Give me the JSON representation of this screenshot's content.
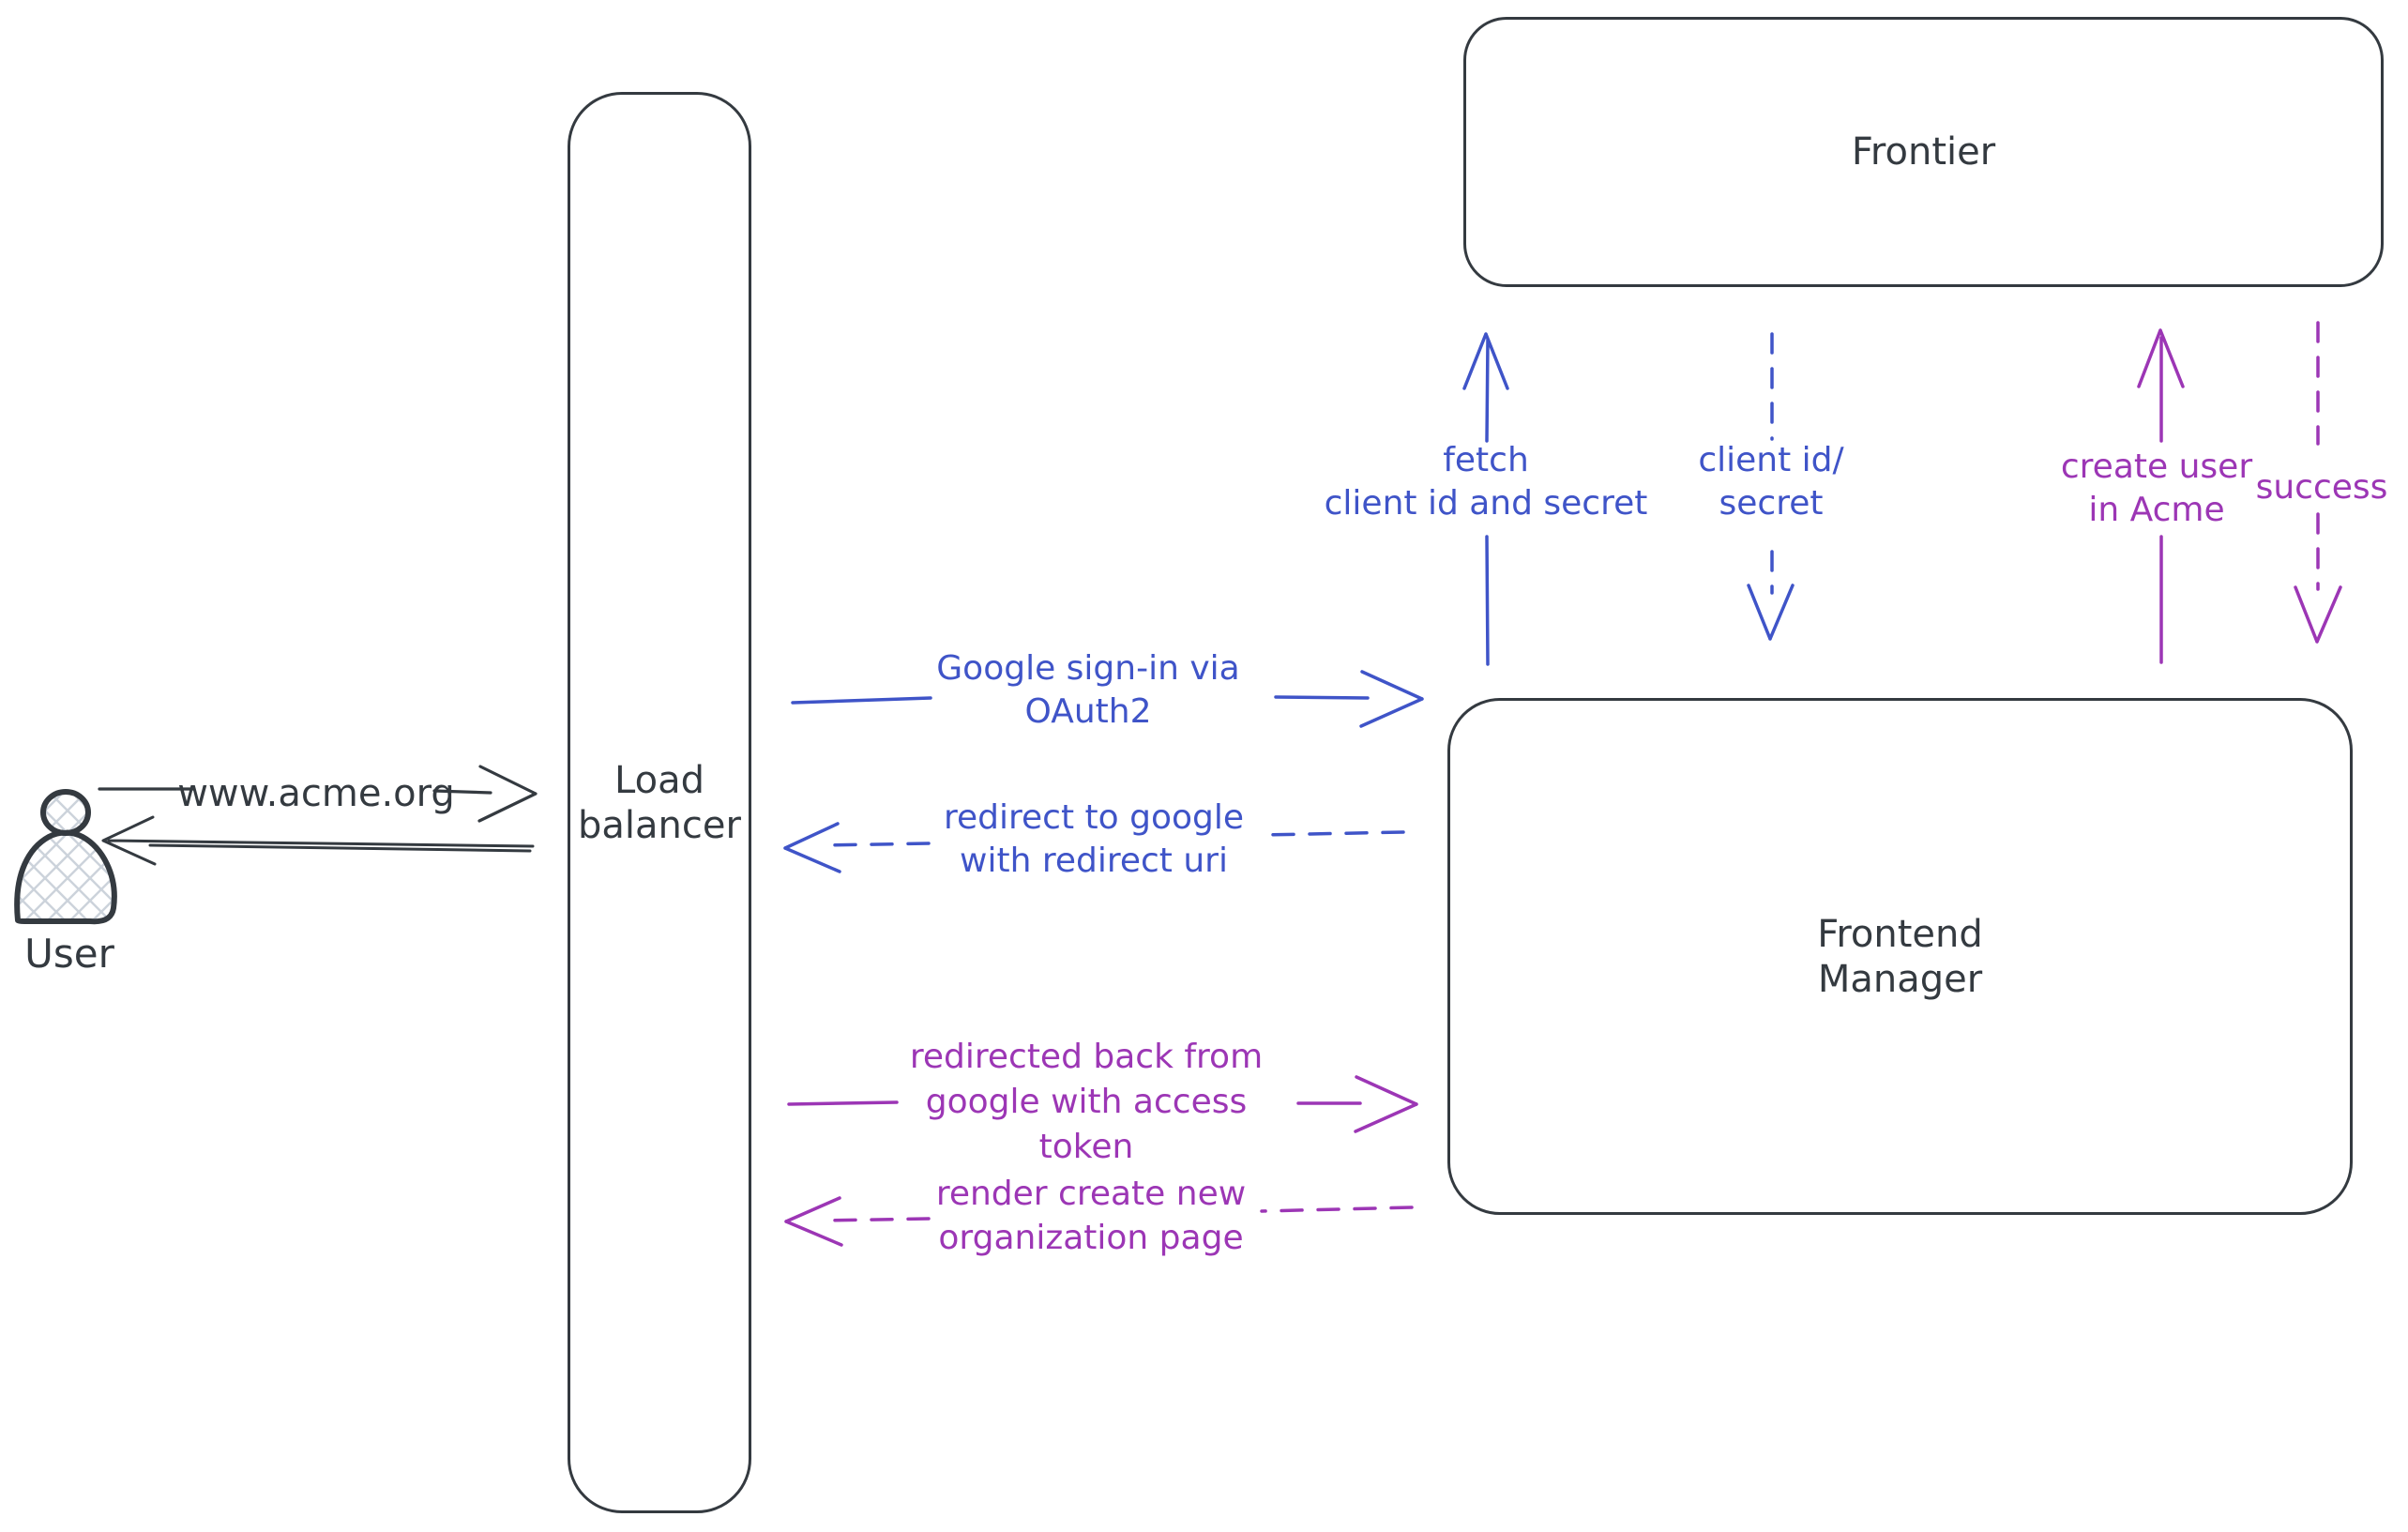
{
  "colors": {
    "dark": "#343a40",
    "blue": "#3f54c8",
    "purple": "#9c36b5",
    "hatch": "#ccd3db"
  },
  "nodes": {
    "user": {
      "label": "User"
    },
    "load_balancer": {
      "line1": "Load",
      "line2": "balancer"
    },
    "frontier": {
      "label": "Frontier"
    },
    "frontend_manager": {
      "line1": "Frontend",
      "line2": "Manager"
    }
  },
  "edges": {
    "www_acme": {
      "label": "www.acme.org"
    },
    "google_signin": {
      "line1": "Google sign-in via",
      "line2": "OAuth2"
    },
    "redirect_google": {
      "line1": "redirect to google",
      "line2": "with redirect uri"
    },
    "redirected_back": {
      "line1": "redirected back from",
      "line2": "google with access",
      "line3": "token"
    },
    "render_org_page": {
      "line1": "render create new",
      "line2": "organization page"
    },
    "fetch_client": {
      "line1": "fetch",
      "line2": "client id and secret"
    },
    "client_id_secret": {
      "line1": "client id/",
      "line2": "secret"
    },
    "create_user": {
      "line1": "create user",
      "line2": "in Acme"
    },
    "success": {
      "label": "success"
    }
  }
}
